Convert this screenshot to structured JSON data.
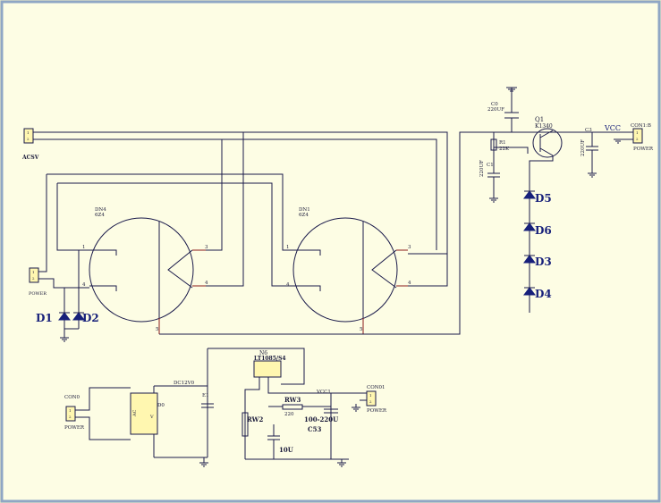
{
  "labels": {
    "acsv": "ACSV",
    "power_left": "POWER",
    "d1": "D1",
    "d2": "D2",
    "dn4": "DN4",
    "dn4_value": "6Z4",
    "dn1": "DN1",
    "dn1_value": "6Z4",
    "pin1": "1",
    "pin2": "2",
    "pin3": "3",
    "pin4": "4",
    "pin5": "5",
    "c0": "C0",
    "c0_value": "220UF",
    "q1": "Q1",
    "q1_part": "K1340",
    "c1": "C1",
    "c1_value": "220UF",
    "r1": "R1",
    "r1_value": "22K",
    "c2_value": "220UF",
    "c3": "C3",
    "c3_value": "220UF",
    "vcc_top": "VCC",
    "con1b": "CON1:B",
    "power_right_top": "POWER",
    "d5": "D5",
    "d6": "D6",
    "d3": "D3",
    "d4": "D4",
    "n6": "N6",
    "n6_part": "LT1085/S4",
    "rw3": "RW3",
    "rw3_value": "220",
    "vcc_mid": "VCC1",
    "con01": "CON01",
    "power_con01": "POWER",
    "rw2": "RW2",
    "c53_value": "100-220U",
    "c53": "C53",
    "c10u": "10U",
    "con0": "CON0",
    "power_con0": "POWER",
    "dc12v": "DC12V0",
    "e1": "E1",
    "u_ac": "AC",
    "u_v": "V",
    "u_d0": "D0"
  }
}
